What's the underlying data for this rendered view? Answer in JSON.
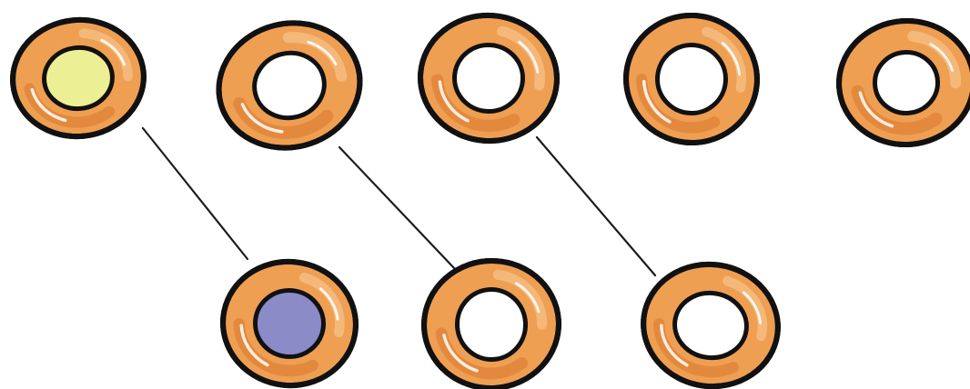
{
  "colors": {
    "background": "#ffffff",
    "ring": "#ef9f52",
    "ring_shade": "#d9772d",
    "ring_light": "#f6c38d",
    "outline": "#111111",
    "connector": "#1c1c1c"
  },
  "rings": [
    {
      "id": "top-1",
      "row": "top",
      "hole_fill": "#edef94"
    },
    {
      "id": "top-2",
      "row": "top",
      "hole_fill": "#ffffff"
    },
    {
      "id": "top-3",
      "row": "top",
      "hole_fill": "#ffffff"
    },
    {
      "id": "top-4",
      "row": "top",
      "hole_fill": "#ffffff"
    },
    {
      "id": "top-5",
      "row": "top",
      "hole_fill": "#ffffff"
    },
    {
      "id": "bottom-1",
      "row": "bottom",
      "hole_fill": "#8a8bc7"
    },
    {
      "id": "bottom-2",
      "row": "bottom",
      "hole_fill": "#ffffff"
    },
    {
      "id": "bottom-3",
      "row": "bottom",
      "hole_fill": "#ffffff"
    }
  ],
  "connections": [
    {
      "from": "top-1",
      "to": "bottom-1"
    },
    {
      "from": "top-2",
      "to": "bottom-2"
    },
    {
      "from": "top-3",
      "to": "bottom-3"
    }
  ]
}
